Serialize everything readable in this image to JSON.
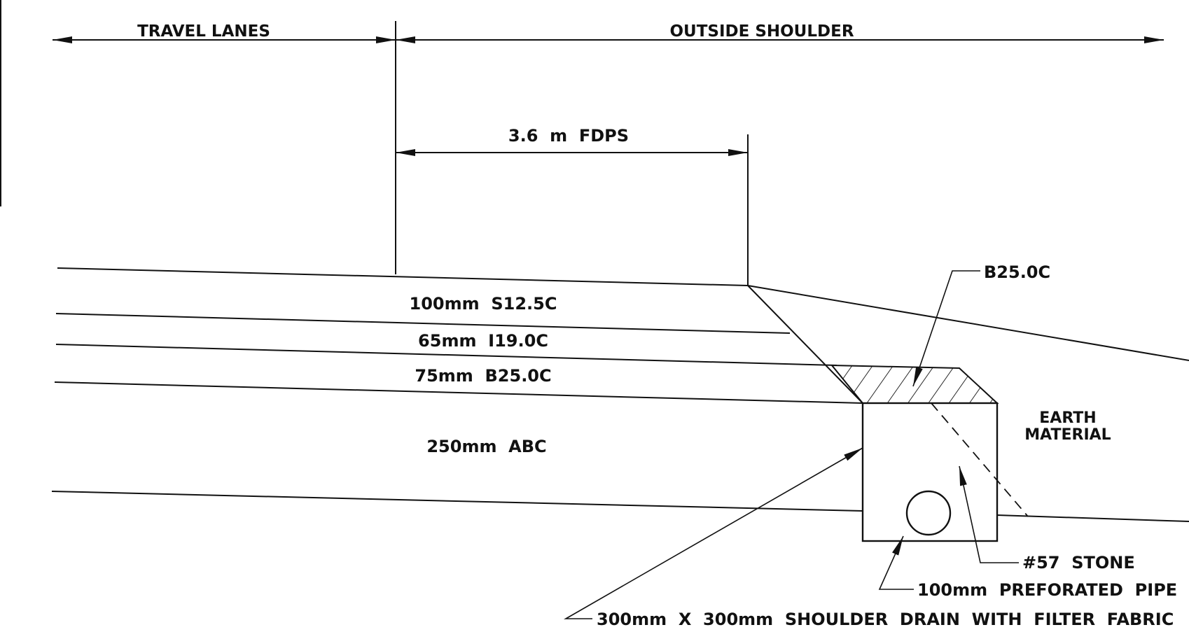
{
  "dimensions": {
    "travel_lanes": "TRAVEL LANES",
    "outside_shoulder": "OUTSIDE SHOULDER",
    "fdps_width": "3.6  m  FDPS"
  },
  "layers": {
    "surface": "100mm  S12.5C",
    "intermediate": "65mm  I19.0C",
    "base": "75mm  B25.0C",
    "aggregate": "250mm  ABC"
  },
  "callouts": {
    "b25": "B25.0C",
    "earth_line1": "EARTH",
    "earth_line2": "MATERIAL",
    "stone": "#57  STONE",
    "pipe": "100mm  PREFORATED  PIPE",
    "drain": "300mm  X  300mm  SHOULDER  DRAIN  WITH  FILTER  FABRIC"
  },
  "colors": {
    "ink": "#111111",
    "background": "#ffffff"
  }
}
